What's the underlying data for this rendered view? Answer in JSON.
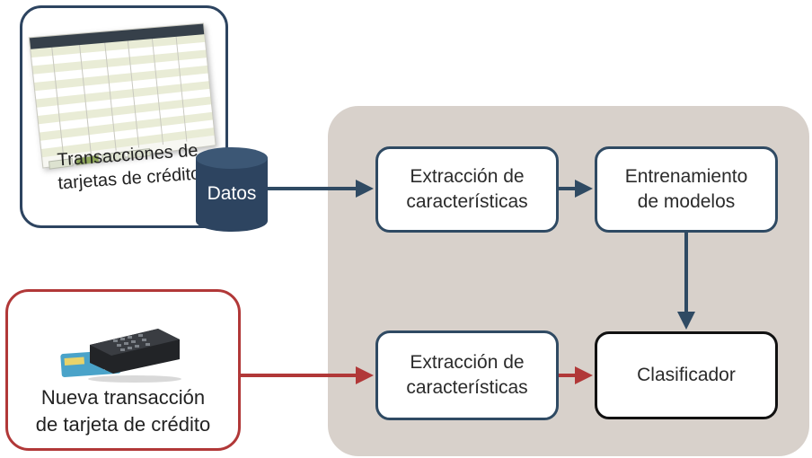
{
  "diagram": {
    "source": {
      "caption_line1": "Transacciones de",
      "caption_line2": "tarjetas de crédito"
    },
    "database": {
      "label": "Datos"
    },
    "training_pipeline": {
      "feature_extraction_line1": "Extracción de",
      "feature_extraction_line2": "características",
      "model_training_line1": "Entrenamiento",
      "model_training_line2": "de modelos"
    },
    "prediction_pipeline": {
      "feature_extraction_line1": "Extracción de",
      "feature_extraction_line2": "características",
      "classifier": "Clasificador"
    },
    "new_transaction": {
      "caption_line1": "Nueva transacción",
      "caption_line2": "de tarjeta de crédito"
    },
    "colors": {
      "panel": "#d8d1cb",
      "box_border": "#2f4a63",
      "arrow_blue": "#2f4a63",
      "arrow_red": "#b13838",
      "classifier_border": "#111111",
      "database_fill": "#2d4460"
    }
  }
}
